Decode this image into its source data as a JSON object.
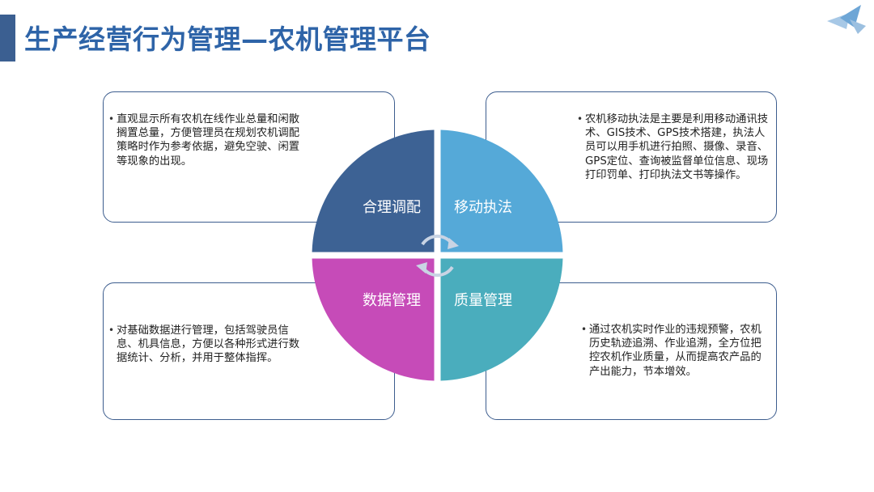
{
  "header": {
    "title": "生产经营行为管理—农机管理平台"
  },
  "quadrants": [
    {
      "label": "合理调配",
      "color": "#3d6294"
    },
    {
      "label": "移动执法",
      "color": "#55a9d8"
    },
    {
      "label": "数据管理",
      "color": "#c64bb8"
    },
    {
      "label": "质量管理",
      "color": "#4aadbd"
    }
  ],
  "cards": {
    "top_left": "直观显示所有农机在线作业总量和闲散搁置总量，方便管理员在规划农机调配策略时作为参考依据，避免空驶、闲置等现象的出现。",
    "top_right": "农机移动执法是主要是利用移动通讯技术、GIS技术、GPS技术搭建，执法人员可以用手机进行拍照、摄像、录音、GPS定位、查询被监督单位信息、现场打印罚单、打印执法文书等操作。",
    "bottom_left": "对基础数据进行管理，包括驾驶员信息、机具信息，方便以各种形式进行数据统计、分析，并用于整体指挥。",
    "bottom_right": "通过农机实时作业的违规预警，农机历史轨迹追溯、作业追溯，全方位把控农机作业质量，从而提高农产品的产出能力，节本增效。"
  },
  "icons": {
    "cycle": "refresh-cycle-icon",
    "corner": "corner-triangles-icon"
  }
}
